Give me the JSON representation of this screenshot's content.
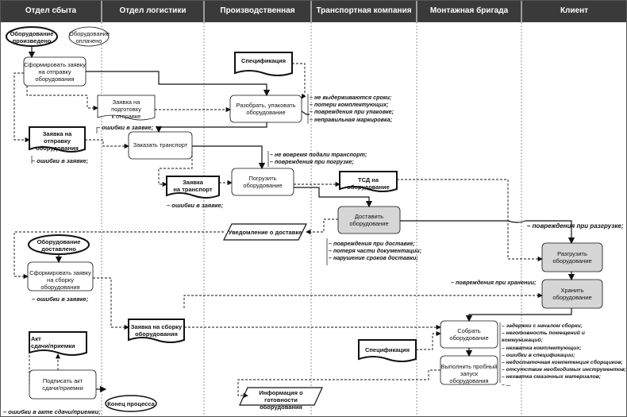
{
  "lanes": [
    "Отдел сбыта",
    "Отдел логистики",
    "Производственная бригада",
    "Транспортная компания",
    "Монтажная бригада",
    "Клиент"
  ],
  "events": {
    "equipment_produced": "Оборудование\nпроизведено",
    "equipment_paid": "Оборудование\nоплачено",
    "equipment_delivered": "Оборудование\nдоставлено",
    "process_end": "Конец процесса"
  },
  "processes": {
    "form_shipping_request": "Сформировать заявку\nна отправку\nоборудования",
    "disassemble_pack": "Разобрать, упаковать\nоборудование",
    "order_transport": "Заказать транспорт",
    "load_equipment": "Погрузить\nоборудование",
    "deliver_equipment": "Доставить\nоборудование",
    "unload_equipment": "Разгрузить\nоборудование",
    "store_equipment": "Хранить\nоборудование",
    "form_assembly_request": "Сформировать заявку\nна сборку оборудования",
    "assemble_equipment": "Собрать\nоборудование",
    "test_run": "Выполнить пробный\nзапуск оборудования",
    "sign_acceptance": "Подписать акт\nсдачи/приемки"
  },
  "documents": {
    "specification_top": "Спецификация",
    "request_prep": "Заявка на подготовку\nк отправке",
    "request_shipping": "Заявка на отправку\nоборудования",
    "request_transport": "Заявка\nна транспорт",
    "tsd": "ТСД на оборудование",
    "delivery_notice": "Уведомление о доставке",
    "request_assembly": "Заявка на сборку\nоборудования",
    "specification_bottom": "Спецификация",
    "act": "Акт\nсдачи/приемки",
    "readiness_info": "Информация о готовности\nоборудования"
  },
  "risks": {
    "errors_request_1": "– ошибки в заявке;",
    "errors_request_2": "– ошибки в заявке;",
    "errors_request_3": "– ошибки в заявке;",
    "errors_request_4": "– ошибки в заявке;",
    "errors_act": "– ошибки в акте сдачи/приемки;",
    "packing": [
      "– не выдерживаются сроки;",
      "– потери комплектующих;",
      "– повреждения при упаковке;",
      "– неправильная маркировка;"
    ],
    "transport": [
      "– не вовремя подали транспорт;",
      "– повреждения при погрузке;"
    ],
    "unloading": "– повреждения при разгрузке;",
    "delivery": [
      "– повреждения при доставке;",
      "– потеря части документации;",
      "– нарушение сроков доставки;"
    ],
    "storage": "– повреждения при хранении;",
    "assembly": [
      "– задержки с началом сборки;",
      "– неготовность помещений и коммуникаций;",
      "– нехватка комплектующих;",
      "– ошибки в спецификации;",
      "– недостаточная компетенция сборщиков;",
      "– отсутствие необходимых инструментов;",
      "– нехватка смазочных материалов;",
      "– ..."
    ]
  }
}
